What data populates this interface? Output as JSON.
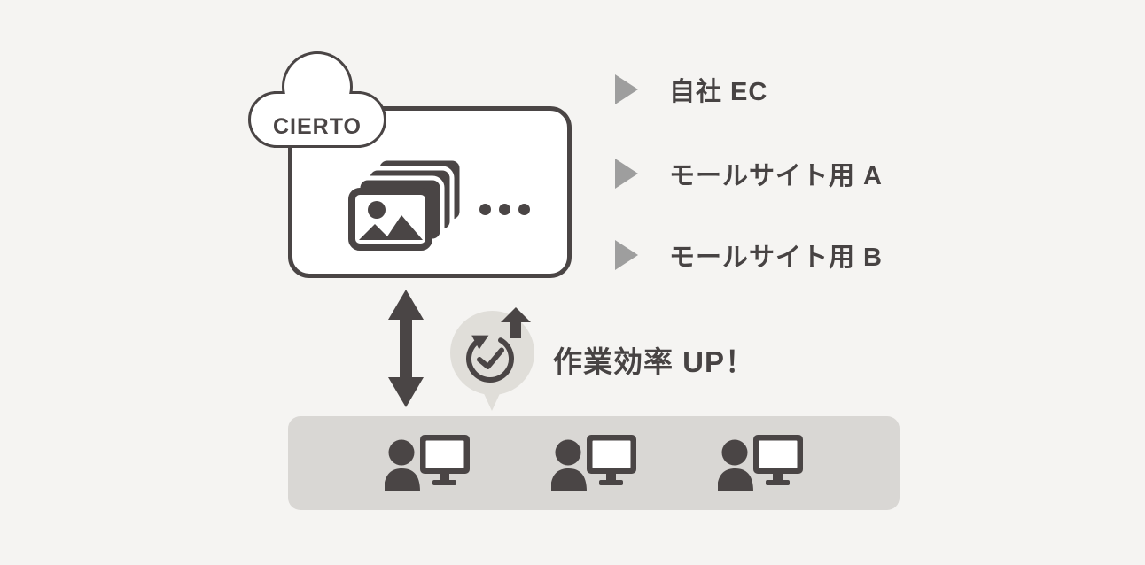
{
  "colors": {
    "background": "#f5f4f2",
    "dark": "#4a4545",
    "text_dark": "#474343",
    "bullet_gray": "#9e9e9e",
    "panel_gray": "#d9d7d4",
    "bubble_gray": "#e0ded9",
    "white": "#ffffff"
  },
  "cloud": {
    "label": "CIERTO",
    "icon": "cloud-icon"
  },
  "asset_box": {
    "icon": "image-stack-icon",
    "ellipsis_icon": "ellipsis-dots-icon"
  },
  "outputs": [
    {
      "bullet_icon": "right-triangle-icon",
      "label": "自社 EC"
    },
    {
      "bullet_icon": "right-triangle-icon",
      "label": "モールサイト用 A"
    },
    {
      "bullet_icon": "right-triangle-icon",
      "label": "モールサイト用 B"
    }
  ],
  "sync": {
    "icon": "double-arrow-vertical-icon"
  },
  "efficiency": {
    "icon": "clock-speedup-icon",
    "up_icon": "up-arrow-icon",
    "label": "作業効率 UP！"
  },
  "users_panel": {
    "icon": "person-computer-icon",
    "count": 3
  }
}
